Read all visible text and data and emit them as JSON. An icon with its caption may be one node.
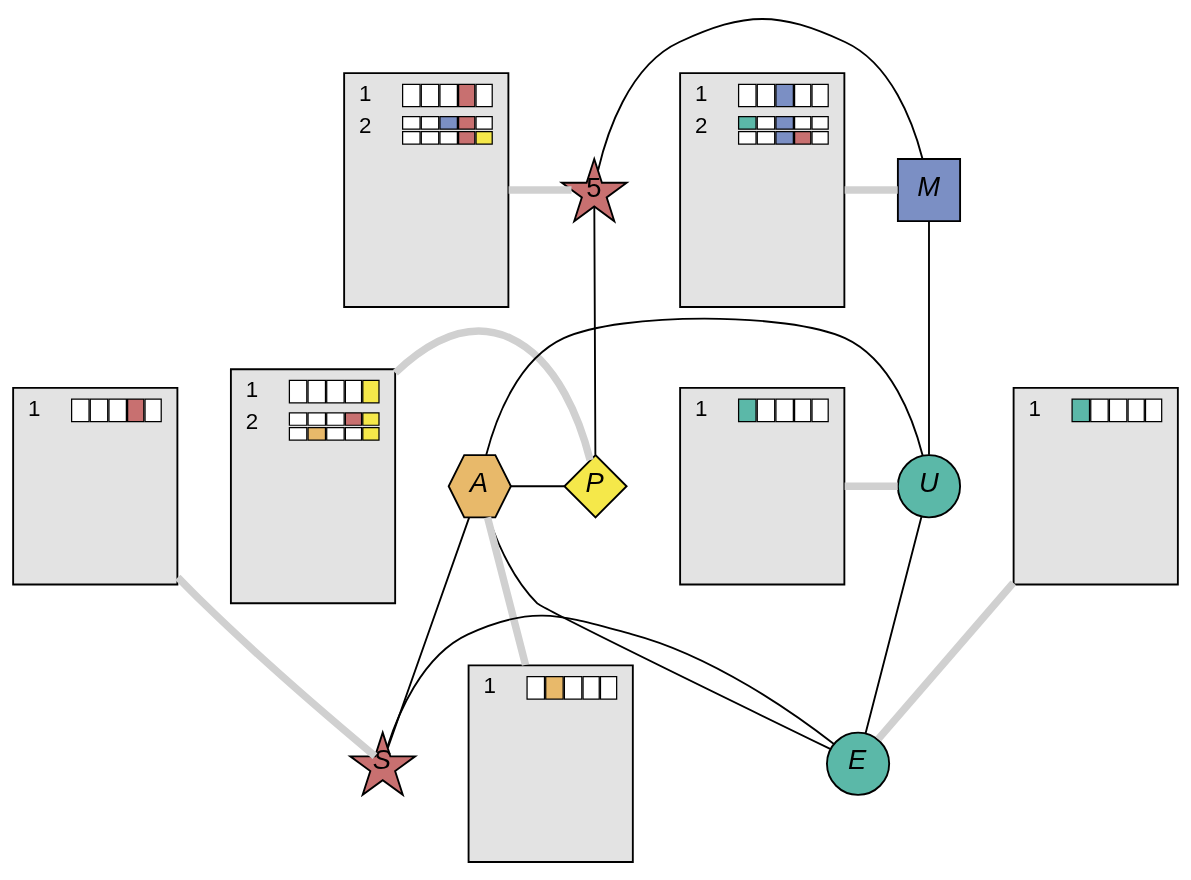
{
  "diagram": {
    "nodes": [
      {
        "text": [
          "1",
          "2"
        ]
      },
      {
        "text": [
          "5"
        ]
      },
      {
        "text": [
          "M"
        ]
      },
      {
        "text": [
          "1",
          "2"
        ]
      },
      {
        "text": [
          "1",
          "2"
        ]
      },
      {
        "text": [
          "P"
        ]
      },
      {
        "text": [
          "A"
        ]
      },
      {
        "text": [
          "U"
        ]
      },
      {
        "text": [
          "1"
        ]
      },
      {
        "text": [
          "1"
        ]
      },
      {
        "text": [
          "S"
        ]
      },
      {
        "text": [
          "E"
        ]
      },
      {
        "text": [
          "1"
        ]
      },
      {
        "text": [
          "1"
        ]
      }
    ],
    "edges": [
      {
        "from": 1,
        "to": 2,
        "arrow": "none"
      },
      {
        "from": 1,
        "to": 5,
        "arrow": "none"
      },
      {
        "from": 2,
        "to": 7,
        "arrow": "none"
      },
      {
        "from": 5,
        "to": 6,
        "arrow": "none"
      },
      {
        "from": 6,
        "to": 7,
        "arrow": "none"
      },
      {
        "from": 6,
        "to": 10,
        "arrow": "none"
      },
      {
        "from": 6,
        "to": 11,
        "arrow": "none"
      },
      {
        "from": 7,
        "to": 11,
        "arrow": "none"
      },
      {
        "from": 10,
        "to": 11,
        "arrow": "none"
      },
      {
        "from": 0,
        "to": 1,
        "arrow": "none",
        "style": "thick",
        "color": "#d0d0d0"
      },
      {
        "from": 3,
        "to": 2,
        "arrow": "none",
        "style": "thick",
        "color": "#d0d0d0"
      },
      {
        "from": 4,
        "to": 5,
        "arrow": "none",
        "style": "thick",
        "color": "#d0d0d0"
      },
      {
        "from": 9,
        "to": 6,
        "arrow": "none",
        "style": "thick",
        "color": "#d0d0d0"
      },
      {
        "from": 8,
        "to": 7,
        "arrow": "none",
        "style": "thick",
        "color": "#d0d0d0"
      },
      {
        "from": 12,
        "to": 10,
        "arrow": "none",
        "style": "thick",
        "color": "#d0d0d0"
      },
      {
        "from": 13,
        "to": 11,
        "arrow": "none",
        "style": "thick",
        "color": "#d0d0d0"
      }
    ]
  }
}
